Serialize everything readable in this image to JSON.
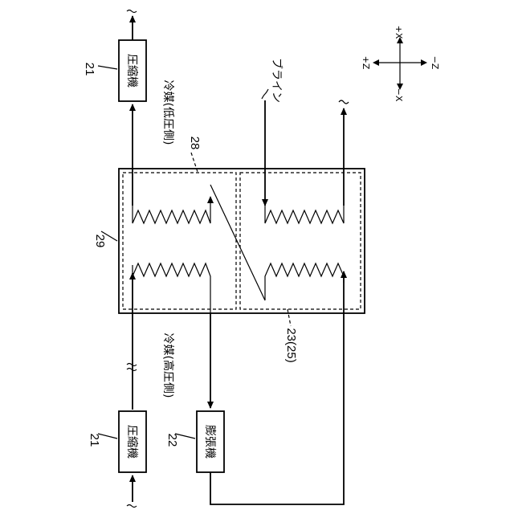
{
  "compressor": {
    "label": "圧縮機",
    "ref": "21"
  },
  "expansion_valve": {
    "label": "膨張機",
    "ref": "22"
  },
  "exchanger_ref": "29",
  "brine_passage_ref": "23(25)",
  "refrigerant_passage_ref": "28",
  "refrigerant_low_label": "冷媒(低圧側)",
  "refrigerant_high_label": "冷媒(高圧側)",
  "brine_label": "ブライン",
  "axes": {
    "plus_x": "+X",
    "minus_x": "−X",
    "plus_z": "+Z",
    "minus_z": "−Z"
  }
}
